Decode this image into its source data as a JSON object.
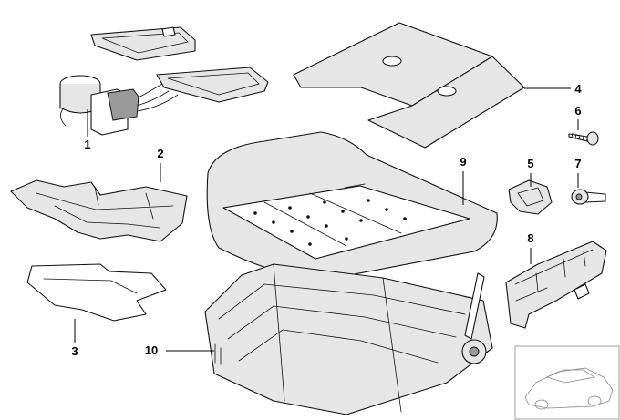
{
  "callouts": {
    "1": "1",
    "2": "2",
    "3": "3",
    "4": "4",
    "5": "5",
    "6": "6",
    "7": "7",
    "8": "8",
    "9": "9",
    "10": "10"
  }
}
